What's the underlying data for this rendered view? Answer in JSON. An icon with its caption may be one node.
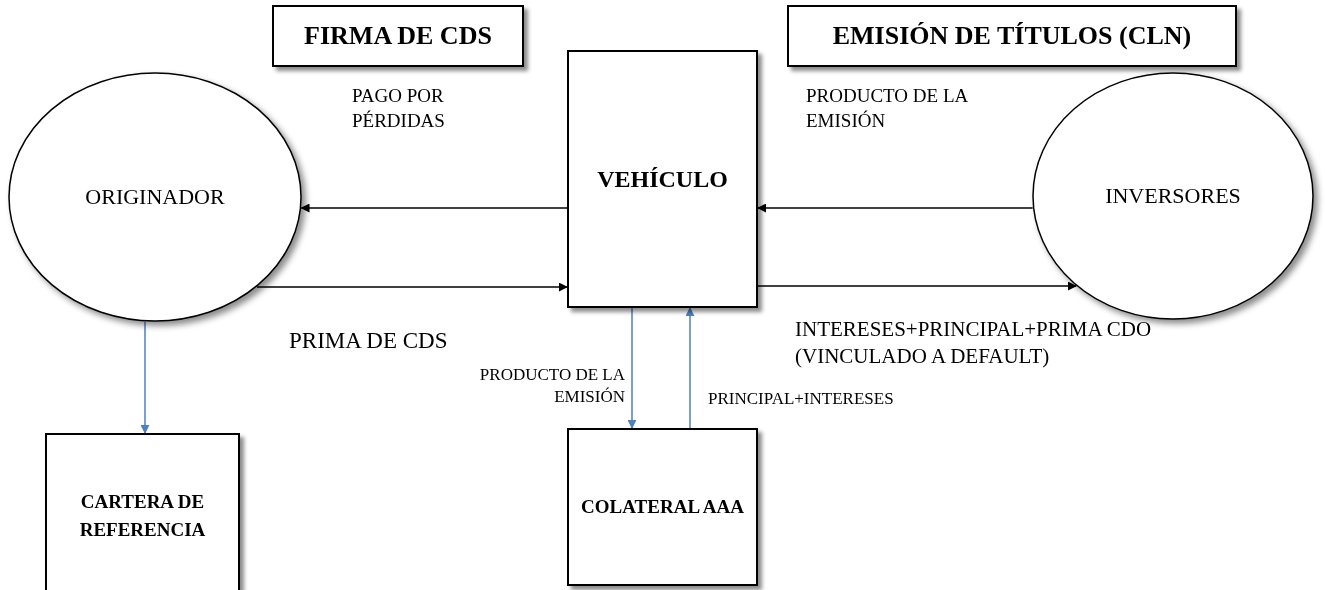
{
  "diagram": {
    "nodes": [
      {
        "text": [
          "FIRMA DE CDS"
        ]
      },
      {
        "text": [
          "EMISIÓN DE TÍTULOS (CLN)"
        ]
      },
      {
        "text": [
          "ORIGINADOR"
        ]
      },
      {
        "text": [
          "VEHÍCULO"
        ]
      },
      {
        "text": [
          "INVERSORES"
        ]
      },
      {
        "text": [
          "CARTERA DE REFERENCIA"
        ]
      },
      {
        "text": [
          "COLATERAL AAA"
        ]
      }
    ],
    "edges": [
      {
        "from": 3,
        "to": 2,
        "arrow": "to",
        "label": "PAGO POR PÉRDIDAS"
      },
      {
        "from": 2,
        "to": 3,
        "arrow": "to",
        "label": "PRIMA DE CDS"
      },
      {
        "from": 4,
        "to": 3,
        "arrow": "to",
        "label": "PRODUCTO DE LA EMISIÓN"
      },
      {
        "from": 3,
        "to": 4,
        "arrow": "to",
        "label": "INTERESES+PRINCIPAL+PRIMA CDO (VINCULADO A DEFAULT)"
      },
      {
        "from": 3,
        "to": 6,
        "arrow": "to",
        "label": "PRODUCTO DE LA EMISIÓN",
        "color": "#4f81bd"
      },
      {
        "from": 6,
        "to": 3,
        "arrow": "to",
        "label": "PRINCIPAL+INTERESES",
        "color": "#4f81bd"
      },
      {
        "from": 2,
        "to": 5,
        "arrow": "to",
        "color": "#4f81bd"
      }
    ]
  }
}
